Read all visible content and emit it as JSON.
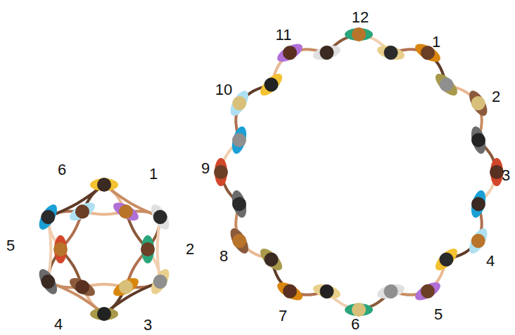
{
  "diagram": {
    "labels": [
      "1",
      "2",
      "3",
      "4",
      "5",
      "6",
      "1",
      "2",
      "3",
      "4",
      "5",
      "6",
      "7",
      "8",
      "9",
      "10",
      "11",
      "12"
    ]
  }
}
